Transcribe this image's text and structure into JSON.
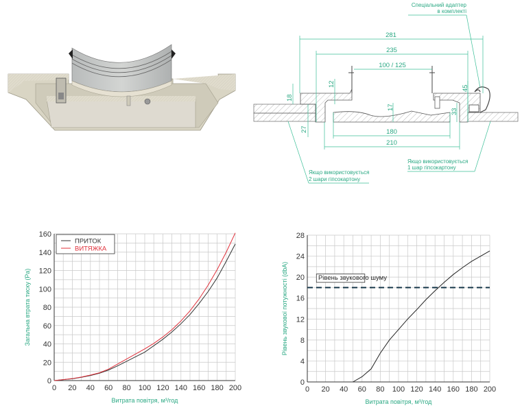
{
  "drawing": {
    "dims": {
      "d281": "281",
      "d235": "235",
      "d100": "100 / 125",
      "d12": "12",
      "d18": "18",
      "d27": "27",
      "d17": "17",
      "d33": "33",
      "d45": "45",
      "d180": "180",
      "d210": "210"
    },
    "notes": {
      "adapter_l1": "Спеціальний адаптер",
      "adapter_l2": "в комплекті",
      "two_l1": "Якщо використовується",
      "two_l2": "2 шари гіпсокартону",
      "one_l1": "Якщо використовується",
      "one_l2": "1 шар гіпсокартону"
    },
    "accent": "#2aa883"
  },
  "chart_data": [
    {
      "type": "line",
      "title": "",
      "xlabel": "Витрата повітря, м³/год",
      "ylabel": "Загальна втрата тиску (Pa)",
      "xlim": [
        0,
        200
      ],
      "ylim": [
        0,
        160
      ],
      "xticks": [
        0,
        20,
        40,
        60,
        80,
        100,
        120,
        140,
        160,
        180,
        200
      ],
      "yticks": [
        0,
        20,
        40,
        60,
        80,
        100,
        120,
        140,
        160
      ],
      "grid": true,
      "legend": "top-left",
      "x": [
        0,
        10,
        20,
        30,
        40,
        50,
        60,
        70,
        80,
        90,
        100,
        110,
        120,
        130,
        140,
        150,
        160,
        170,
        180,
        190,
        200
      ],
      "series": [
        {
          "name": "ПРИТОК",
          "color": "#333333",
          "values": [
            0,
            1,
            2,
            3.5,
            5.5,
            8,
            11.5,
            16,
            21,
            26,
            31,
            38,
            45,
            53,
            62,
            72,
            84,
            97,
            112,
            130,
            149
          ]
        },
        {
          "name": "ВИТЯЖКА",
          "color": "#e0303a",
          "values": [
            0,
            1,
            2.2,
            3.8,
            6,
            8.5,
            12.5,
            18,
            23.5,
            29,
            34.5,
            40.5,
            47.5,
            55.5,
            65,
            76,
            89,
            104,
            121,
            140,
            161
          ]
        }
      ]
    },
    {
      "type": "line",
      "title": "",
      "xlabel": "Витрата повітря, м³/год",
      "ylabel": "Рівень звукової потужності (dbA)",
      "xlim": [
        0,
        200
      ],
      "ylim": [
        0,
        28
      ],
      "xticks": [
        0,
        20,
        40,
        60,
        80,
        100,
        120,
        140,
        160,
        180,
        200
      ],
      "yticks": [
        0,
        4,
        8,
        12,
        16,
        20,
        24,
        28
      ],
      "grid": true,
      "x": [
        50,
        60,
        70,
        80,
        90,
        100,
        110,
        120,
        130,
        140,
        150,
        160,
        170,
        180,
        190,
        200
      ],
      "series": [
        {
          "name": "",
          "color": "#222222",
          "values": [
            0,
            1,
            2.5,
            5.5,
            8,
            10,
            12,
            13.8,
            15.7,
            17.4,
            19,
            20.5,
            21.8,
            23,
            24,
            25
          ]
        }
      ],
      "reference_line": {
        "label": "Рівень звукового шуму",
        "value": 18,
        "color": "#17384a"
      }
    }
  ]
}
